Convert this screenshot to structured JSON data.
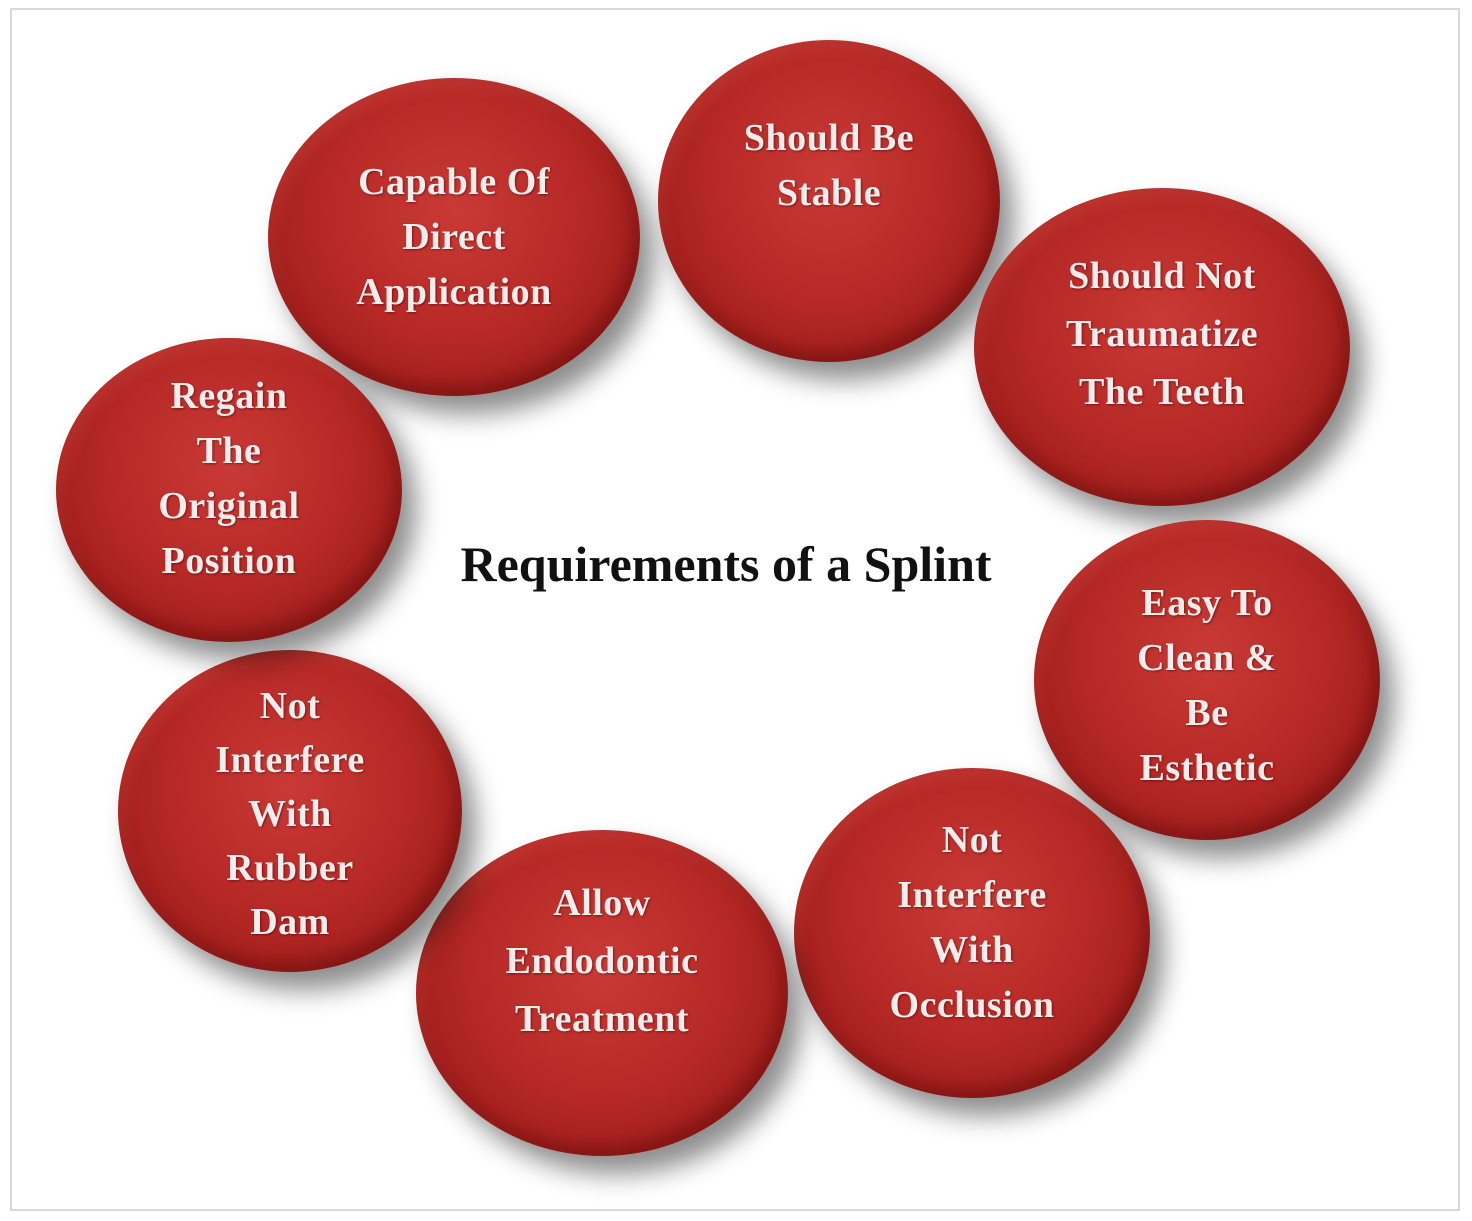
{
  "diagram": {
    "title": "Requirements of a Splint",
    "nodes": [
      {
        "id": "capable",
        "label": "Capable Of\nDirect\nApplication"
      },
      {
        "id": "stable",
        "label": "Should Be\nStable"
      },
      {
        "id": "not-traumatize",
        "label": "Should Not\nTraumatize\nThe Teeth"
      },
      {
        "id": "easy-clean",
        "label": "Easy To\nClean &\nBe\nEsthetic"
      },
      {
        "id": "occlusion",
        "label": "Not\nInterfere\nWith\nOcclusion"
      },
      {
        "id": "endodontic",
        "label": "Allow\nEndodontic\nTreatment"
      },
      {
        "id": "rubber-dam",
        "label": "Not\nInterfere\nWith\nRubber\nDam"
      },
      {
        "id": "regain",
        "label": "Regain\nThe\nOriginal\nPosition"
      }
    ]
  },
  "colors": {
    "node_fill": "#b82a27",
    "node_text": "#f3ecec",
    "title_text": "#111111"
  }
}
